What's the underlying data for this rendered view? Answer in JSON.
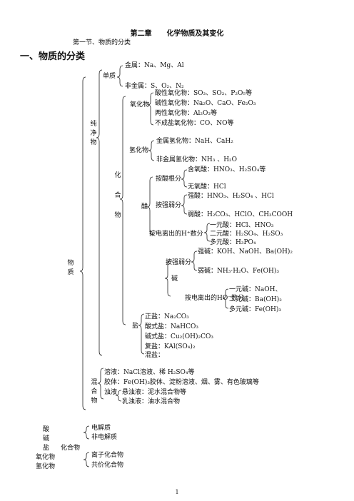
{
  "header": {
    "chapter": "第二章",
    "chapter_title": "化学物质及其变化",
    "section": "第一节、物质的分类"
  },
  "heading": "一、物质的分类",
  "tree": {
    "root": "物质",
    "pure": "纯净物",
    "element": "单质",
    "metal": "金属：Na、Mg、Al",
    "nonmetal": "非金属：S、O₂、N₂",
    "compound": "化合物",
    "oxide": "氧化物",
    "oxide_acidic": "酸性氧化物：SO₃、SO₂、P₂O₅等",
    "oxide_basic": "碱性氧化物：Na₂O、CaO、Fe₂O₃",
    "oxide_amph": "两性氧化物：Al₂O₃等",
    "oxide_neutral": "不成盐氧化物：CO、NO等",
    "hydride": "氢化物",
    "hydride_metal": "金属氢化物：NaH、CaH₂",
    "hydride_nonmetal": "非金属氢化物：NH₃ 、H₂O",
    "acid": "酸",
    "acid_by_root": "按酸根分",
    "acid_oxy": "含氧酸：HNO₃、H₂SO₄等",
    "acid_nonoxy": "无氧酸：HCl",
    "acid_by_strength": "按强弱分",
    "acid_strong": "强酸：HNO₃、H₂SO₄ 、HCl",
    "acid_weak": "弱酸：H₂CO₃、HClO、CH₃COOH",
    "acid_by_h": "按电离出的H⁺数分",
    "acid_mono": "一元酸：HCl、HNO₃",
    "acid_di": "二元酸：H₂SO₄、H₂SO₃",
    "acid_poly": "多元酸：H₃PO₄",
    "base": "碱",
    "base_by_strength": "按强弱分",
    "base_strong": "强碱：KOH、NaOH、Ba(OH)₂",
    "base_weak": "弱碱：NH₃·H₂O、Fe(OH)₃",
    "base_by_oh": "按电离出的HO⁻数分",
    "base_mono": "一元碱：NaOH、",
    "base_di": "二元碱：Ba(OH)₂",
    "base_poly": "多元碱：Fe(OH)₃",
    "salt": "盐",
    "salt_normal": "正盐：Na₂CO₃",
    "salt_acid": "酸式盐：NaHCO₃",
    "salt_basic": "碱式盐：Cu₂(OH)₂CO₃",
    "salt_double": "复盐：KAl(SO₄)₂",
    "salt_mixed": "混盐：",
    "mixture": "混合物",
    "solution": "溶液：NaCl溶液、稀 H₂SO₄等",
    "colloid": "胶体：Fe(OH)₃胶体、淀粉溶液、烟、雾、有色玻璃等",
    "turbid": "浊液",
    "suspension": "悬浊液：泥水混合物等",
    "emulsion": "乳浊液：油水混合物"
  },
  "bottom": {
    "left_items": [
      "酸",
      "碱",
      "盐",
      "氧化物",
      "氢化物"
    ],
    "compound_label": "化合物",
    "group1": [
      "电解质",
      "非电解质"
    ],
    "group2": [
      "离子化合物",
      "共价化合物"
    ]
  },
  "page_number": "1"
}
